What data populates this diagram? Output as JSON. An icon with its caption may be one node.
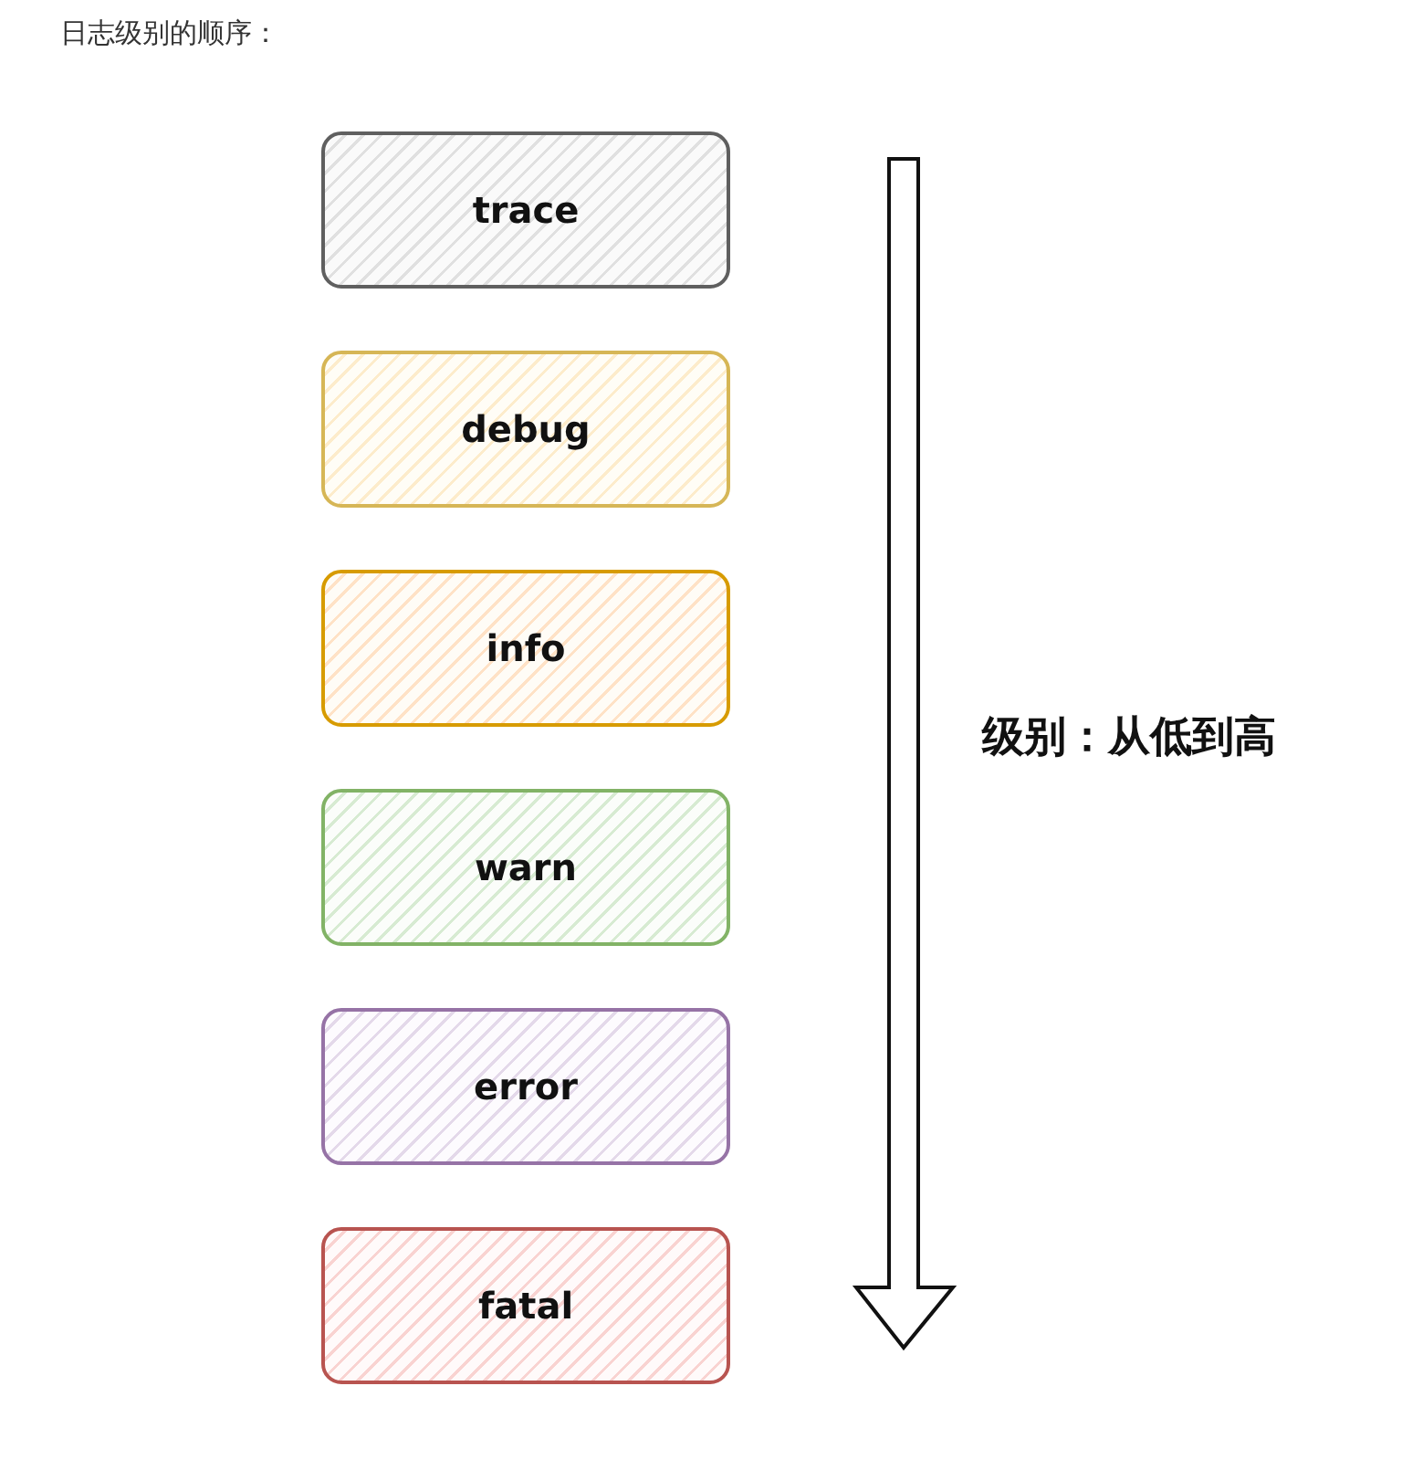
{
  "diagram": {
    "title": "日志级别的顺序：",
    "nodes": [
      {
        "text": [
          "trace"
        ]
      },
      {
        "text": [
          "debug"
        ]
      },
      {
        "text": [
          "info"
        ]
      },
      {
        "text": [
          "warn"
        ]
      },
      {
        "text": [
          "error"
        ]
      },
      {
        "text": [
          "fatal"
        ]
      }
    ],
    "labels": [
      "级别：从低到高"
    ]
  }
}
